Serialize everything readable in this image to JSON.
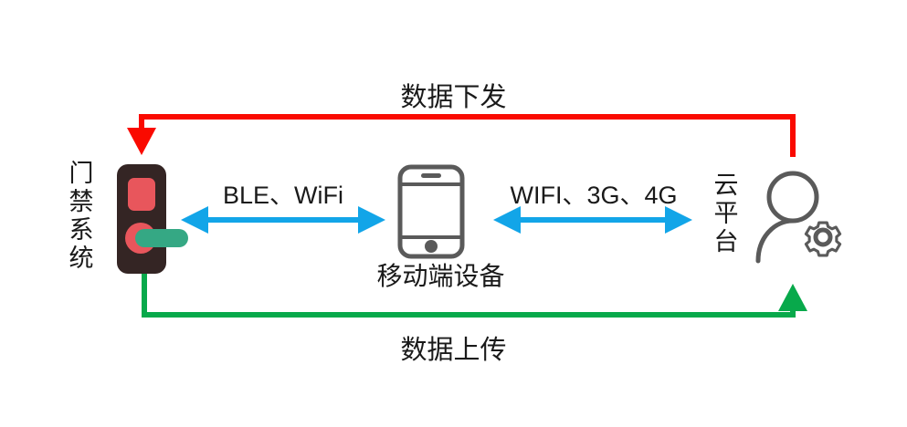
{
  "diagram": {
    "title_flow_top": "数据下发",
    "title_flow_bottom": "数据上传",
    "background_color": "#ffffff"
  },
  "nodes": [
    {
      "id": "access-control-system",
      "label": "门\n禁\n系\n统",
      "icon": "door-lock-icon",
      "orientation": "vertical"
    },
    {
      "id": "mobile-device",
      "label": "移动端设备",
      "icon": "smartphone-icon",
      "orientation": "horizontal"
    },
    {
      "id": "cloud-platform",
      "label": "云\n平\n台",
      "icon": "user-gear-icon",
      "orientation": "vertical"
    }
  ],
  "links": [
    {
      "id": "lock-to-phone",
      "label": "BLE、WiFi",
      "style": "bidirectional",
      "color": "#12A5E8"
    },
    {
      "id": "phone-to-cloud",
      "label": "WIFI、3G、4G",
      "style": "bidirectional",
      "color": "#12A5E8"
    }
  ],
  "flows": [
    {
      "id": "downlink",
      "label": "数据下发",
      "direction": "cloud-to-lock",
      "color": "#FA0A00"
    },
    {
      "id": "uplink",
      "label": "数据上传",
      "direction": "lock-to-cloud",
      "color": "#08A94B"
    }
  ],
  "colors": {
    "arrow_blue": "#12A5E8",
    "flow_red": "#FA0A00",
    "flow_green": "#08A94B",
    "lock_body": "#342524",
    "lock_panel": "#E8565C",
    "lock_handle": "#35A884",
    "icon_gray": "#5A5A5A",
    "text": "#1a1a1a"
  }
}
